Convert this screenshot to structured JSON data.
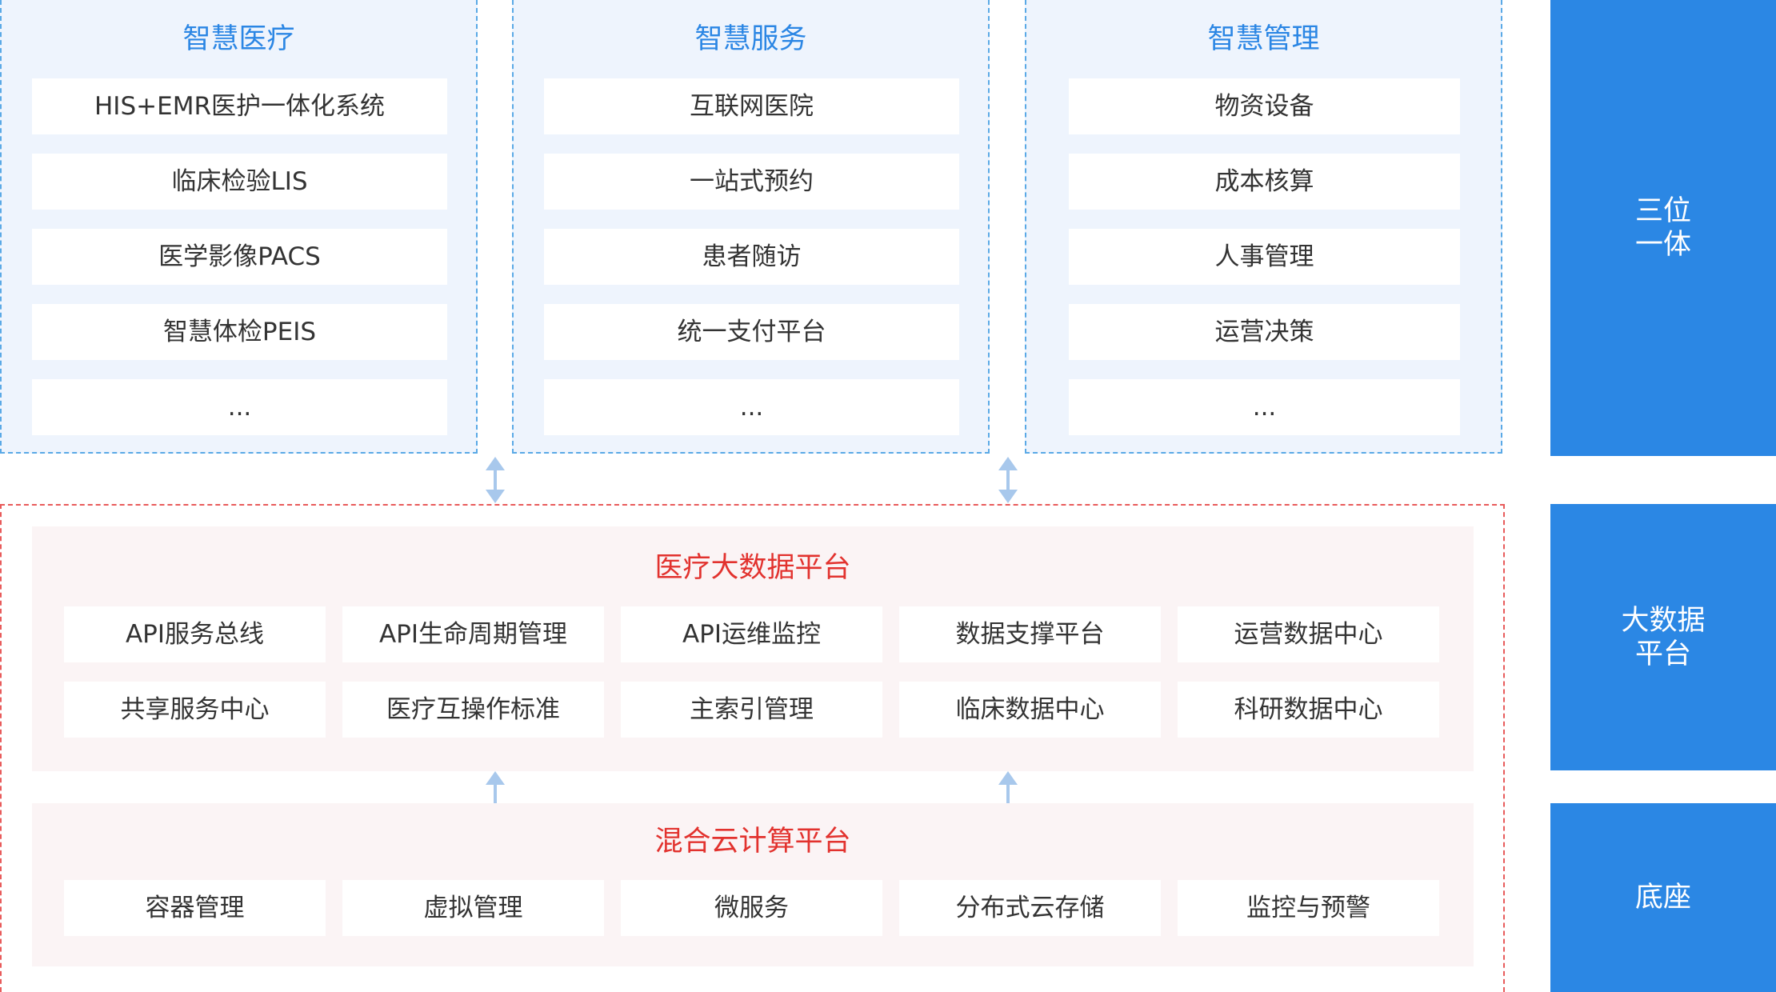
{
  "columns": [
    {
      "title": "智慧医疗",
      "items": [
        "HIS+EMR医护一体化系统",
        "临床检验LIS",
        "医学影像PACS",
        "智慧体检PEIS",
        "..."
      ]
    },
    {
      "title": "智慧服务",
      "items": [
        "互联网医院",
        "一站式预约",
        "患者随访",
        "统一支付平台",
        "..."
      ]
    },
    {
      "title": "智慧管理",
      "items": [
        "物资设备",
        "成本核算",
        "人事管理",
        "运营决策",
        "..."
      ]
    }
  ],
  "bigdata": {
    "title": "医疗大数据平台",
    "row1": [
      "API服务总线",
      "API生命周期管理",
      "API运维监控",
      "数据支撑平台",
      "运营数据中心"
    ],
    "row2": [
      "共享服务中心",
      "医疗互操作标准",
      "主索引管理",
      "临床数据中心",
      "科研数据中心"
    ]
  },
  "cloud": {
    "title": "混合云计算平台",
    "items": [
      "容器管理",
      "虚拟管理",
      "微服务",
      "分布式云存储",
      "监控与预警"
    ]
  },
  "side_labels": {
    "top": {
      "line1": "三位",
      "line2": "一体"
    },
    "middle": {
      "line1": "大数据",
      "line2": "平台"
    },
    "bottom": {
      "line1": "底座"
    }
  },
  "colors": {
    "column_title": "#2b86e4",
    "column_bg": "#eef4fd",
    "panel_title": "#e2322e",
    "panel_bg": "#fbf4f5",
    "side_bg": "#2b87e4",
    "arrow": "#a8c8ec"
  },
  "icons": {
    "double_arrow": "double-headed-vertical-arrow-icon",
    "up_arrow": "up-arrow-icon"
  }
}
